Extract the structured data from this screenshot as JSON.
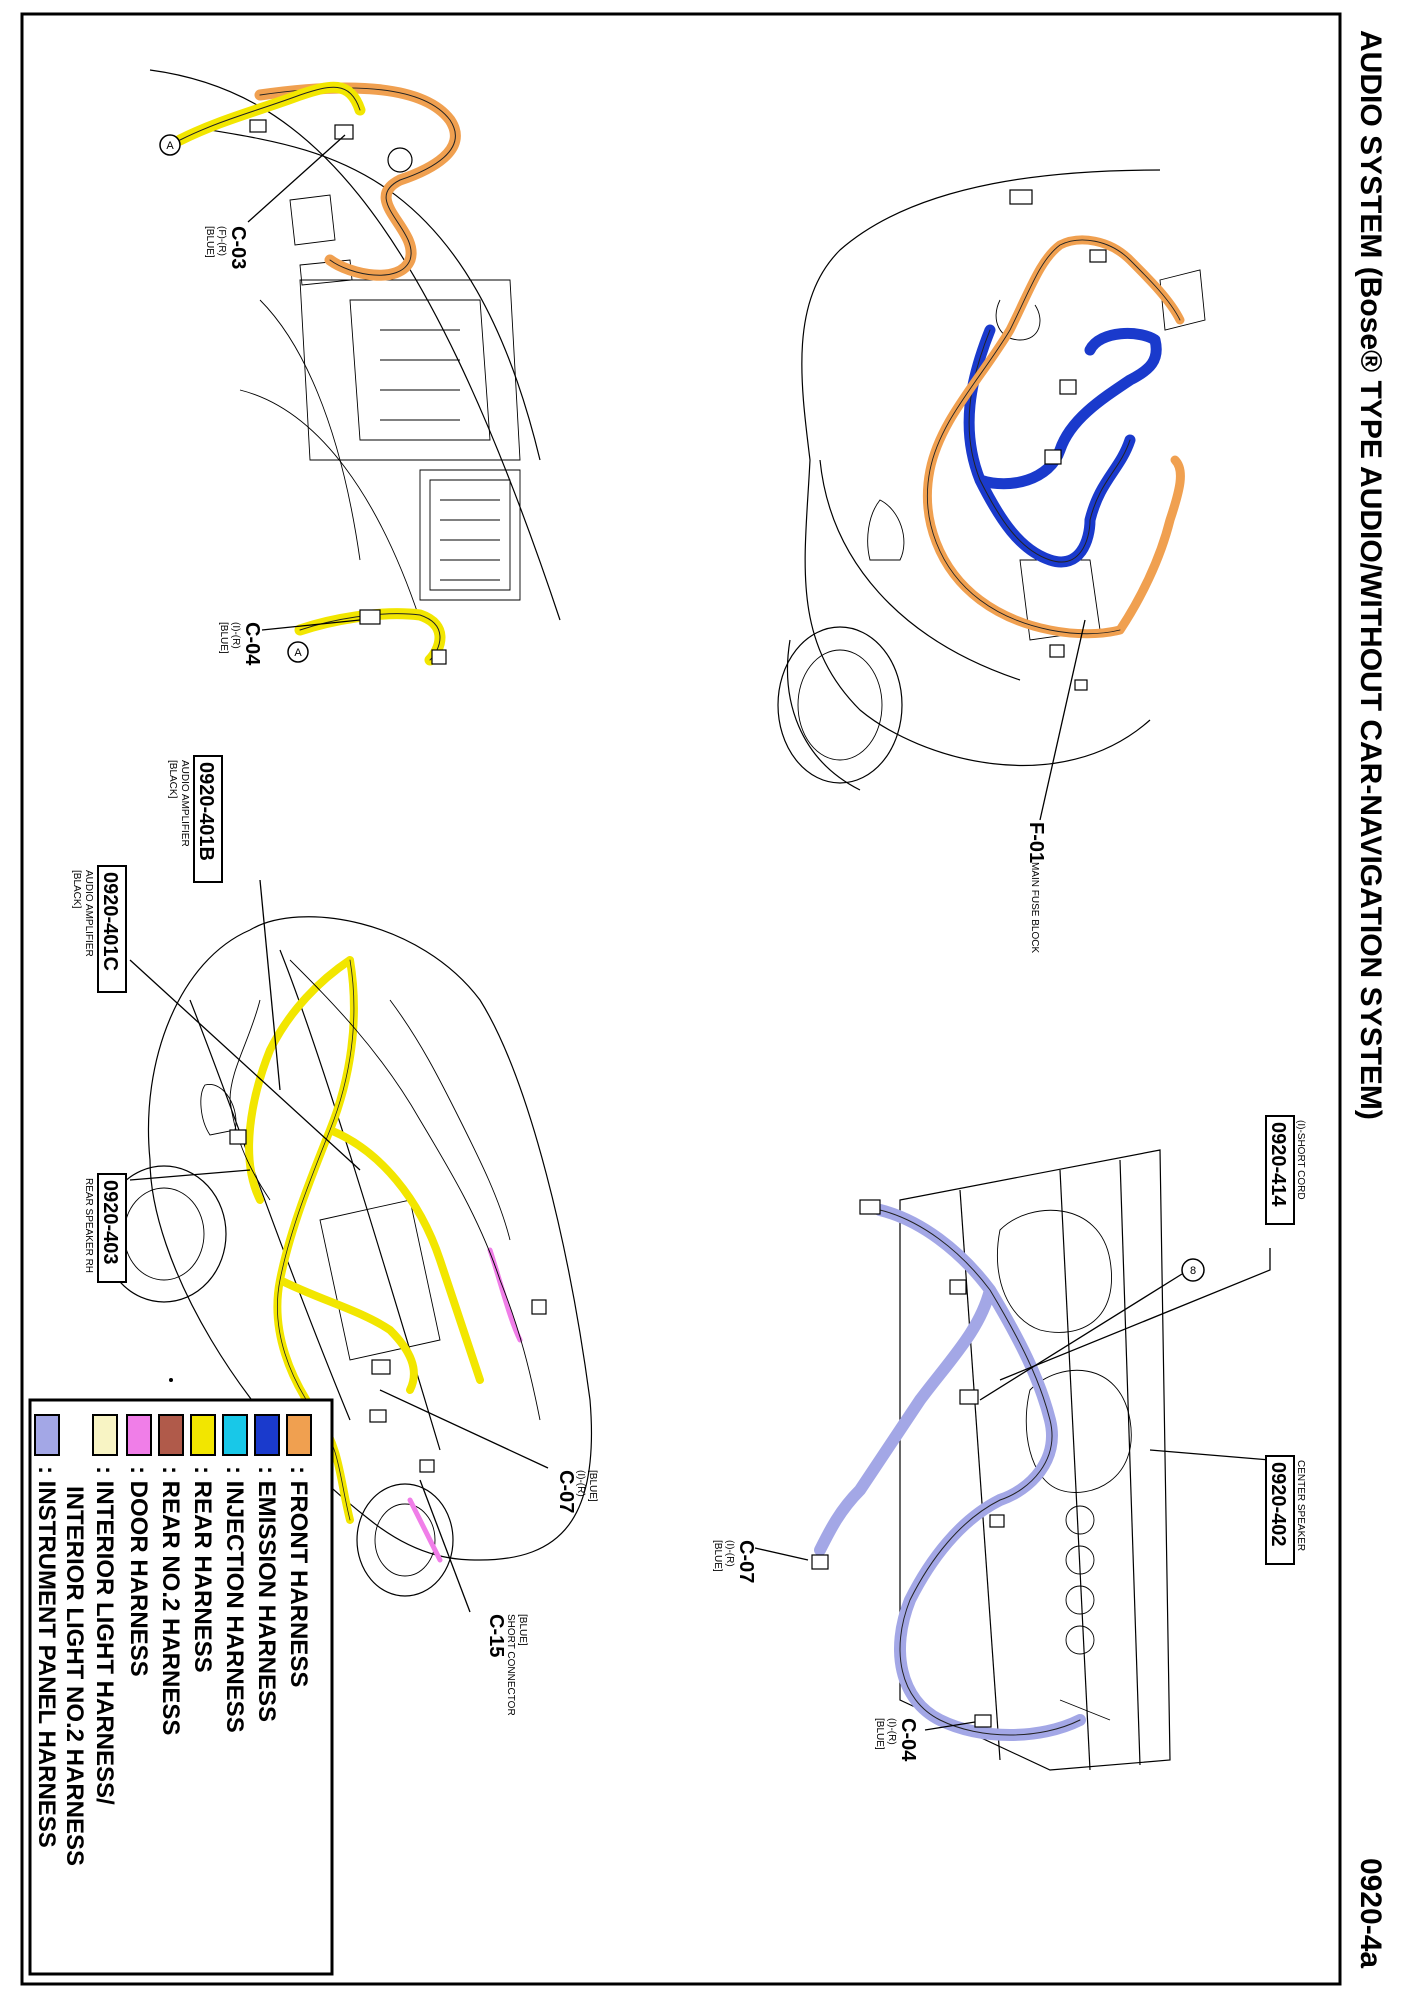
{
  "page": {
    "title": "AUDIO SYSTEM (Bose® TYPE AUDIO/WITHOUT CAR-NAVIGATION SYSTEM)",
    "page_number": "0920-4a"
  },
  "colors": {
    "front_harness": "#f0a050",
    "emission_harness": "#1a3acc",
    "injection_harness": "#18c8e8",
    "rear_harness": "#f2e600",
    "rear_no2_harness": "#b05a4a",
    "door_harness": "#f07ee8",
    "interior_light_harness": "#f8f4c4",
    "instrument_panel_harness": "#a3a7e6"
  },
  "legend": {
    "items": [
      {
        "label": ": FRONT HARNESS",
        "color": "#f0a050"
      },
      {
        "label": ": EMISSION HARNESS",
        "color": "#1a3acc"
      },
      {
        "label": ": INJECTION HARNESS",
        "color": "#18c8e8"
      },
      {
        "label": ": REAR HARNESS",
        "color": "#f2e600"
      },
      {
        "label": ": REAR NO.2 HARNESS",
        "color": "#b05a4a"
      },
      {
        "label": ": DOOR HARNESS",
        "color": "#f07ee8"
      },
      {
        "label": ": INTERIOR LIGHT HARNESS/",
        "line2": "INTERIOR LIGHT NO.2 HARNESS",
        "color": "#f8f4c4"
      },
      {
        "label": ": INSTRUMENT PANEL HARNESS",
        "color": "#a3a7e6"
      }
    ]
  },
  "callouts": {
    "c03": {
      "code": "C-03",
      "sub": "(F)-(R)",
      "color": "[BLUE]"
    },
    "c04_pedal": {
      "code": "C-04",
      "sub": "(I)-(R)",
      "color": "[BLUE]"
    },
    "f01": {
      "code": "F-01",
      "desc": "MAIN FUSE BLOCK"
    },
    "c0920_401b": {
      "code": "0920-401B",
      "desc": "AUDIO AMPLIFIER",
      "color": "[BLACK]"
    },
    "c0920_401c": {
      "code": "0920-401C",
      "desc": "AUDIO AMPLIFIER",
      "color": "[BLACK]"
    },
    "c0920_403": {
      "code": "0920-403",
      "desc": "REAR SPEAKER RH"
    },
    "c07_body": {
      "code": "C-07",
      "sub": "(I)-(R)",
      "color": "[BLUE]"
    },
    "c15": {
      "code": "C-15",
      "desc": "SHORT CONNECTOR",
      "color": "[BLUE]"
    },
    "c0920_414": {
      "code": "0920-414",
      "desc": "(I)-SHORT CORD"
    },
    "c0920_402": {
      "code": "0920-402",
      "desc": "CENTER SPEAKER"
    },
    "c07_ip": {
      "code": "C-07",
      "sub": "(I)-(R)",
      "color": "[BLUE]"
    },
    "c04_ip": {
      "code": "C-04",
      "sub": "(I)-(R)",
      "color": "[BLUE]"
    }
  },
  "markers": {
    "circle_a1": "A",
    "circle_a2": "A",
    "circle_8": "8"
  }
}
